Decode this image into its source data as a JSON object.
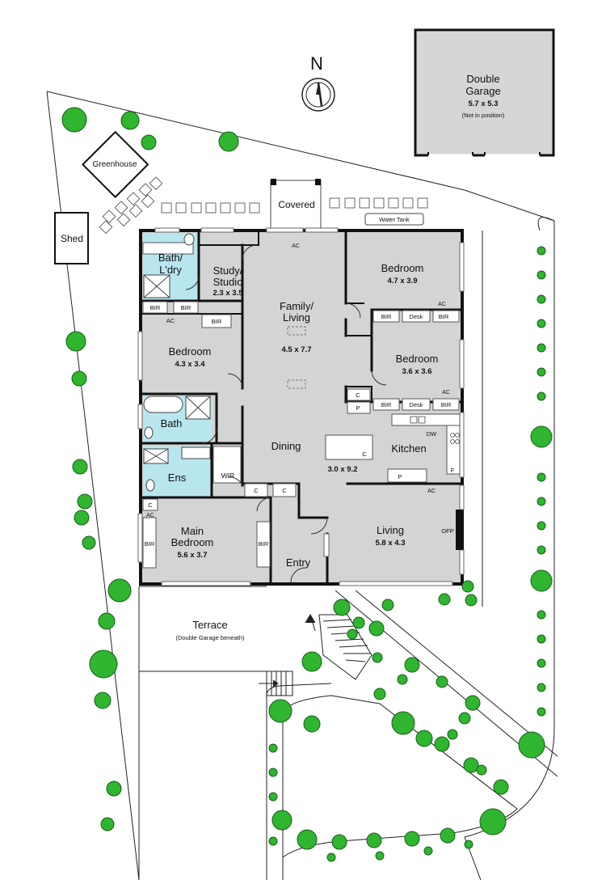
{
  "compass": {
    "label": "N"
  },
  "garage": {
    "name_line1": "Double",
    "name_line2": "Garage",
    "dims": "5.7 x 5.3",
    "note": "(Not in position)"
  },
  "outbuildings": {
    "greenhouse": "Greenhouse",
    "shed": "Shed",
    "covered": "Covered",
    "water_tank": "Water Tank"
  },
  "rooms": {
    "bath_ldry": {
      "line1": "Bath/",
      "line2": "L'dry"
    },
    "study": {
      "line1": "Study/",
      "line2": "Studio",
      "dims": "2.3 x 3.5"
    },
    "family": {
      "line1": "Family/",
      "line2": "Living",
      "dims": "4.5 x 7.7"
    },
    "bedroom_ne": {
      "name": "Bedroom",
      "dims": "4.7 x 3.9"
    },
    "bedroom_e": {
      "name": "Bedroom",
      "dims": "3.6 x 3.6"
    },
    "bedroom_w": {
      "name": "Bedroom",
      "dims": "4.3 x 3.4"
    },
    "bath": {
      "name": "Bath"
    },
    "ens": {
      "name": "Ens"
    },
    "wir": {
      "name": "WIR"
    },
    "dining": {
      "name": "Dining"
    },
    "kitchen": {
      "name": "Kitchen",
      "dims": "3.0 x 9.2"
    },
    "main_bedroom": {
      "line1": "Main",
      "line2": "Bedroom",
      "dims": "5.6 x 3.7"
    },
    "living": {
      "name": "Living",
      "dims": "5.8 x 4.3"
    },
    "entry": {
      "name": "Entry"
    }
  },
  "fixtures": {
    "bir": "BIR",
    "ac": "AC",
    "desk": "Desk",
    "c": "C",
    "p": "P",
    "dw": "DW",
    "f": "F",
    "ofp": "OFP"
  },
  "outdoor": {
    "terrace": "Terrace",
    "terrace_note": "(Double Garage beneath)"
  }
}
